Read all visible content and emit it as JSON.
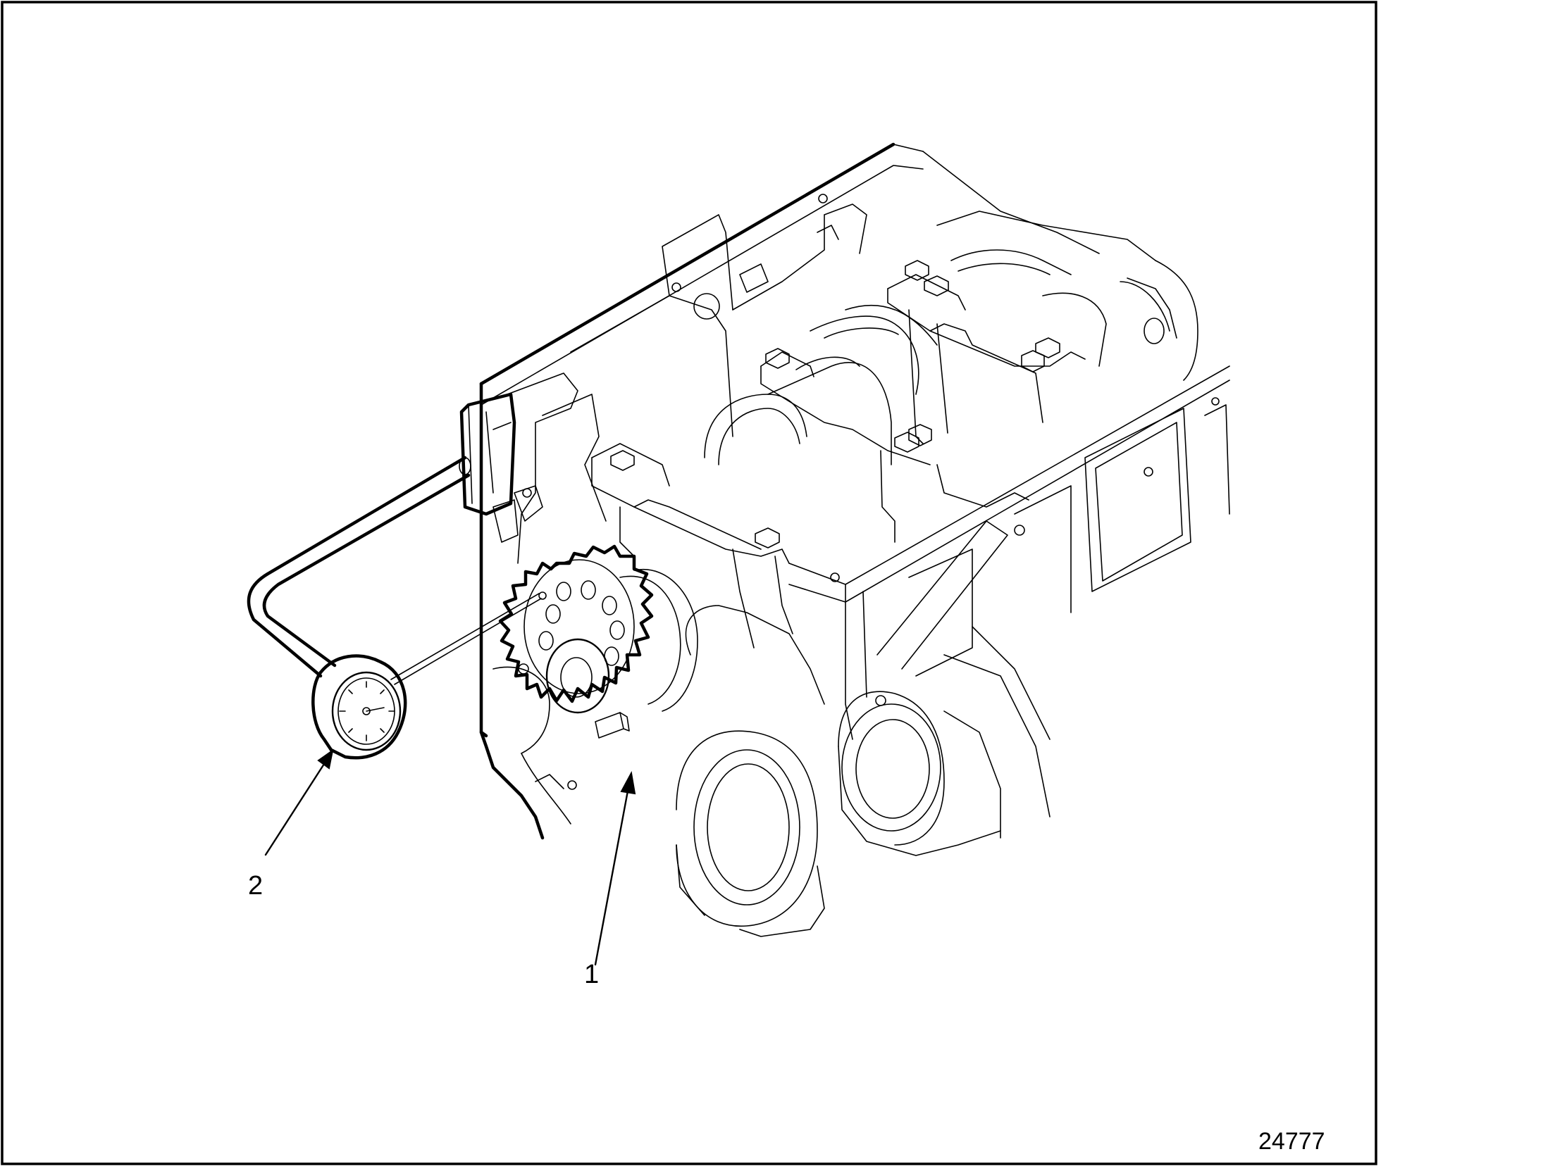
{
  "figure": {
    "figure_number": "24777",
    "callouts": [
      {
        "id": "1",
        "label": "1",
        "item": "gear"
      },
      {
        "id": "2",
        "label": "2",
        "item": "dial-indicator"
      }
    ]
  }
}
